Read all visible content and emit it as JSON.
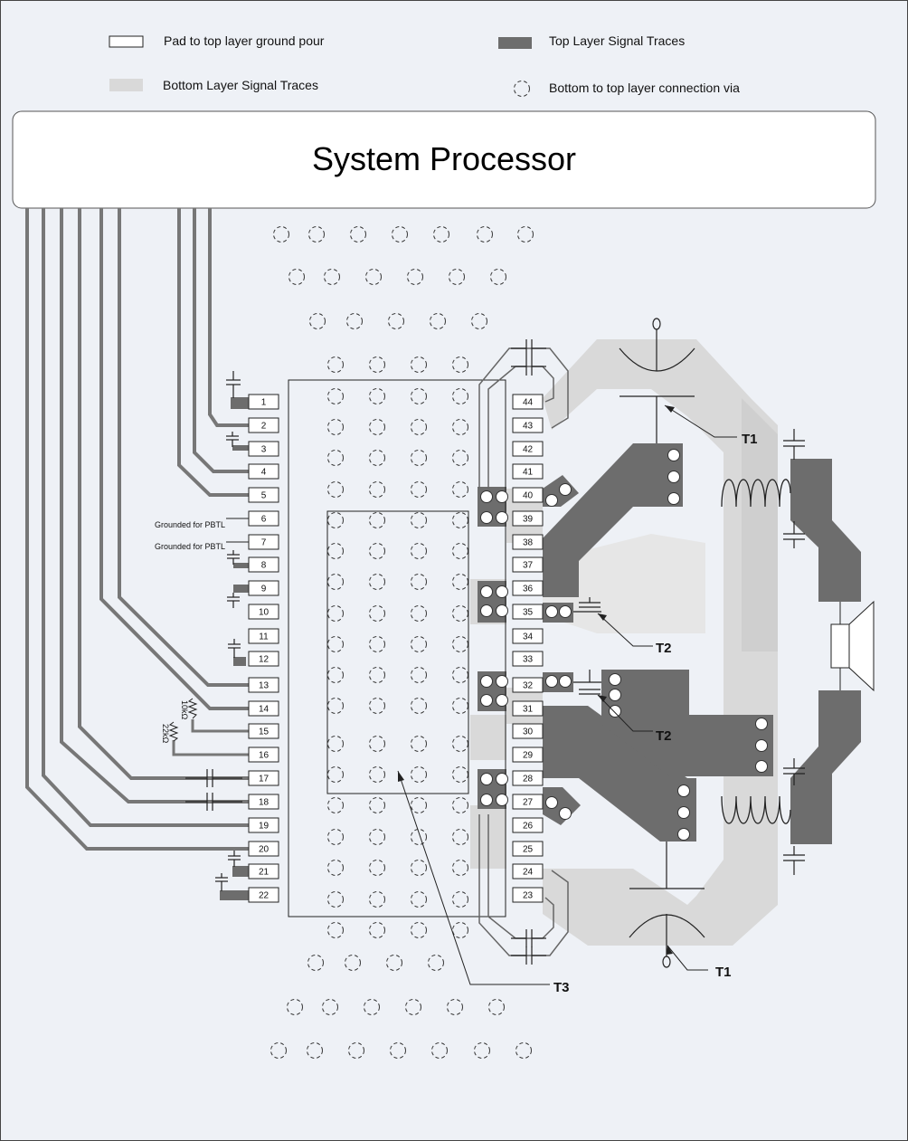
{
  "legend": {
    "pad": "Pad to top layer ground pour",
    "top_traces": "Top Layer Signal Traces",
    "bottom_traces": "Bottom Layer Signal Traces",
    "via": "Bottom to top layer connection via"
  },
  "processor": {
    "label": "System Processor"
  },
  "left_pins": [
    "1",
    "2",
    "3",
    "4",
    "5",
    "6",
    "7",
    "8",
    "9",
    "10",
    "11",
    "12",
    "13",
    "14",
    "15",
    "16",
    "17",
    "18",
    "19",
    "20",
    "21",
    "22"
  ],
  "right_pins": [
    "44",
    "43",
    "42",
    "41",
    "40",
    "39",
    "38",
    "37",
    "36",
    "35",
    "34",
    "33",
    "32",
    "31",
    "30",
    "29",
    "28",
    "27",
    "26",
    "25",
    "24",
    "23"
  ],
  "pin_notes": {
    "pin6": "Grounded for PBTL",
    "pin7": "Grounded for PBTL"
  },
  "resistors": {
    "r1": "10kΩ",
    "r2": "22kΩ"
  },
  "labels": {
    "t1": "T1",
    "t2": "T2",
    "t3": "T3"
  },
  "colors": {
    "background": "#eef1f6",
    "top_trace": "#6d6d6d",
    "bottom_trace": "#d9d9d9",
    "pad_fill": "#ffffff",
    "outline": "#222222"
  }
}
